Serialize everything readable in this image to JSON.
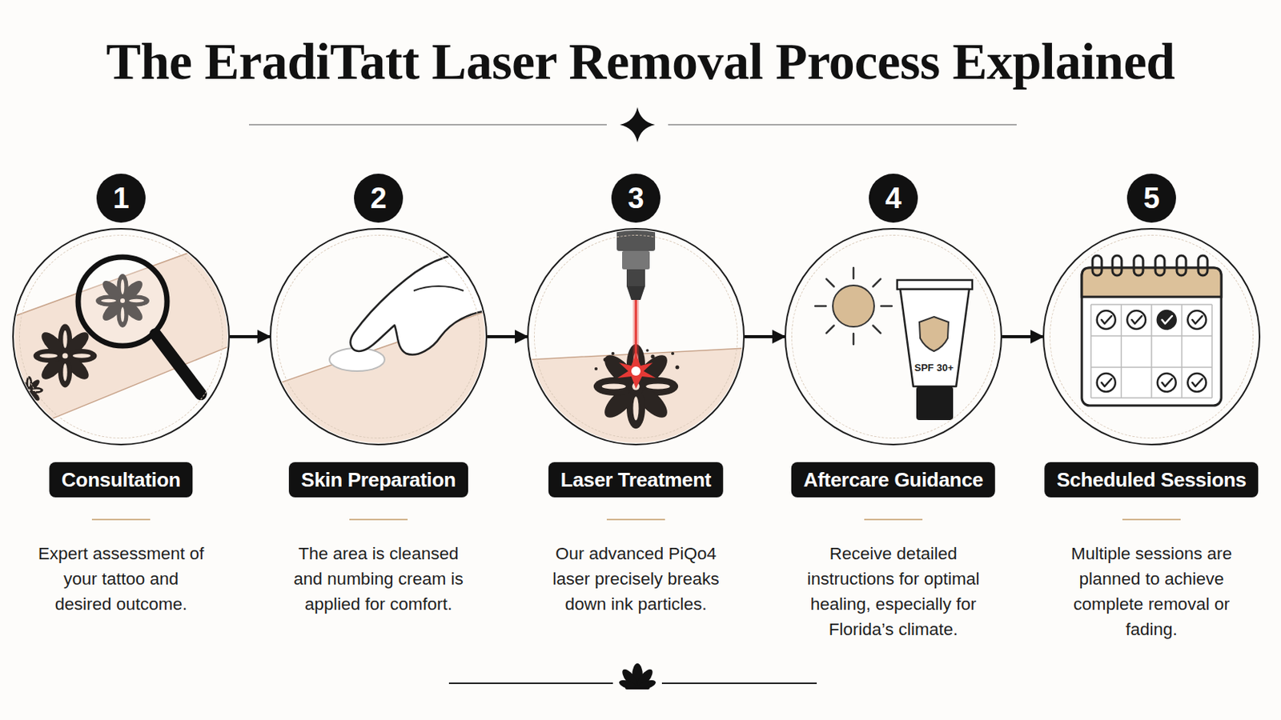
{
  "diagram": {
    "title": "The EradiTatt Laser Removal Process Explained",
    "nodes": [
      {
        "text": [
          "1",
          "Consultation",
          "Expert assessment of your tattoo and desired outcome."
        ]
      },
      {
        "text": [
          "2",
          "Skin Preparation",
          "The area is cleansed and numbing cream is applied for comfort."
        ]
      },
      {
        "text": [
          "3",
          "Laser Treatment",
          "Our advanced PiQo4 laser precisely breaks down ink particles."
        ]
      },
      {
        "text": [
          "4",
          "Aftercare Guidance",
          "Receive detailed instructions for optimal healing, especially for Florida’s climate."
        ]
      },
      {
        "text": [
          "5",
          "Scheduled Sessions",
          "Multiple sessions are planned to achieve complete removal or fading."
        ]
      }
    ],
    "edges": [
      {
        "from": 0,
        "to": 1,
        "arrow": "to"
      },
      {
        "from": 1,
        "to": 2,
        "arrow": "to"
      },
      {
        "from": 2,
        "to": 3,
        "arrow": "to"
      },
      {
        "from": 3,
        "to": 4,
        "arrow": "to"
      }
    ],
    "labels": [
      "SPF 30+"
    ]
  }
}
